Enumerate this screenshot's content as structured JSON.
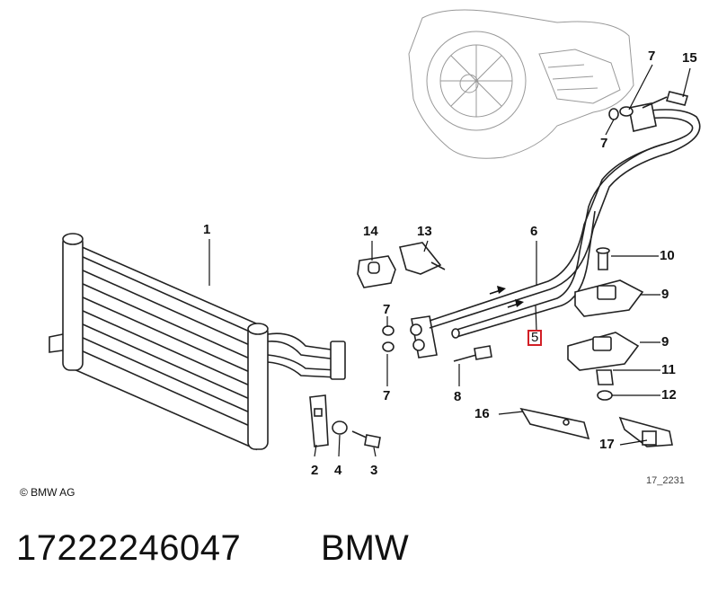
{
  "diagram": {
    "callouts": [
      {
        "id": "1",
        "label": "1"
      },
      {
        "id": "2",
        "label": "2"
      },
      {
        "id": "3",
        "label": "3"
      },
      {
        "id": "4",
        "label": "4"
      },
      {
        "id": "5",
        "label": "5",
        "highlighted": true
      },
      {
        "id": "6",
        "label": "6"
      },
      {
        "id": "7a",
        "label": "7"
      },
      {
        "id": "7b",
        "label": "7"
      },
      {
        "id": "7c",
        "label": "7"
      },
      {
        "id": "7d",
        "label": "7"
      },
      {
        "id": "8",
        "label": "8"
      },
      {
        "id": "9a",
        "label": "9"
      },
      {
        "id": "9b",
        "label": "9"
      },
      {
        "id": "10",
        "label": "10"
      },
      {
        "id": "11",
        "label": "11"
      },
      {
        "id": "12",
        "label": "12"
      },
      {
        "id": "13",
        "label": "13"
      },
      {
        "id": "14",
        "label": "14"
      },
      {
        "id": "15",
        "label": "15"
      },
      {
        "id": "16",
        "label": "16"
      },
      {
        "id": "17",
        "label": "17"
      }
    ],
    "highlight_color": "#d21f26",
    "copyright": "© BMW AG",
    "drawing_id": "17_2231"
  },
  "footer": {
    "part_number": "17222246047",
    "brand": "BMW"
  }
}
